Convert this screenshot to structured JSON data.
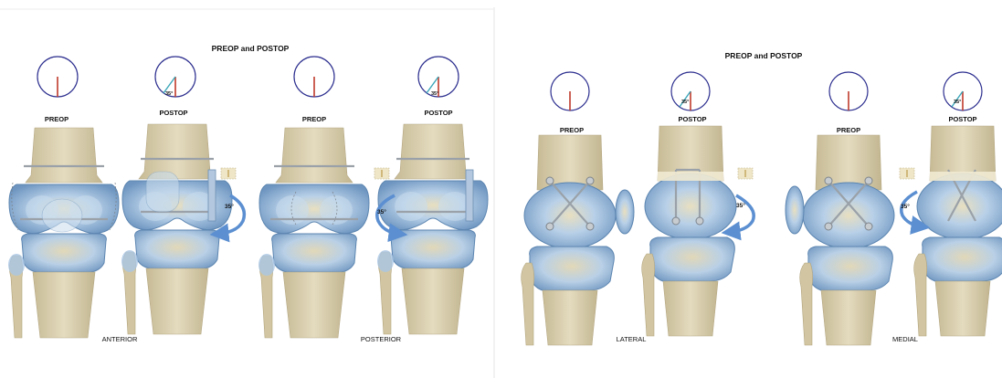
{
  "left_panel": {
    "title": "PREOP and POSTOP",
    "knees": [
      {
        "label": "PREOP",
        "angle": ""
      },
      {
        "label": "POSTOP",
        "angle": "35°"
      },
      {
        "label": "PREOP",
        "angle": ""
      },
      {
        "label": "POSTOP",
        "angle": "35°"
      }
    ],
    "rotation_labels": [
      "35°",
      "35°"
    ],
    "views": [
      "ANTERIOR",
      "POSTERIOR"
    ]
  },
  "right_panel": {
    "title": "PREOP and POSTOP",
    "knees": [
      {
        "label": "PREOP",
        "angle": ""
      },
      {
        "label": "POSTOP",
        "angle": "35°"
      },
      {
        "label": "PREOP",
        "angle": ""
      },
      {
        "label": "POSTOP",
        "angle": "35°"
      }
    ],
    "rotation_labels": [
      "35°",
      "35°"
    ],
    "views": [
      "LATERAL",
      "MEDIAL"
    ]
  },
  "colors": {
    "bone": "#d6cba9",
    "cartilage": "#a9c6e3",
    "axis_line": "#c0392b",
    "angle_line": "#3aa6b9",
    "circle": "#2d2f8f",
    "arrow": "#5b8fd1"
  },
  "icons": [
    "angle-circle-icon",
    "rotation-arrow-icon",
    "osteotomy-gap-icon"
  ]
}
